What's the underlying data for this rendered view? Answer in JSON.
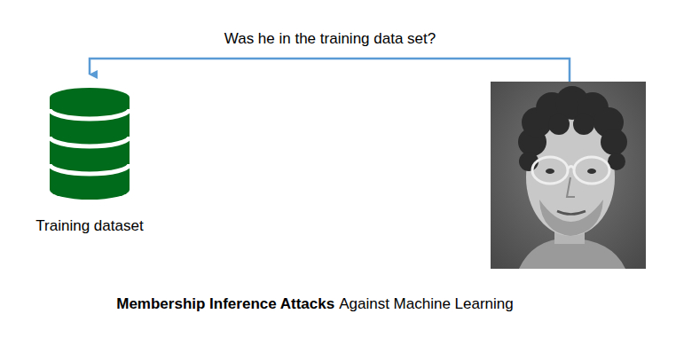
{
  "diagram": {
    "nodes": [
      {
        "text": [
          "Training dataset"
        ]
      }
    ],
    "labels": [
      "Was he in the training data set?",
      "Membership Inference Attacks",
      "Against Machine Learning"
    ]
  }
}
